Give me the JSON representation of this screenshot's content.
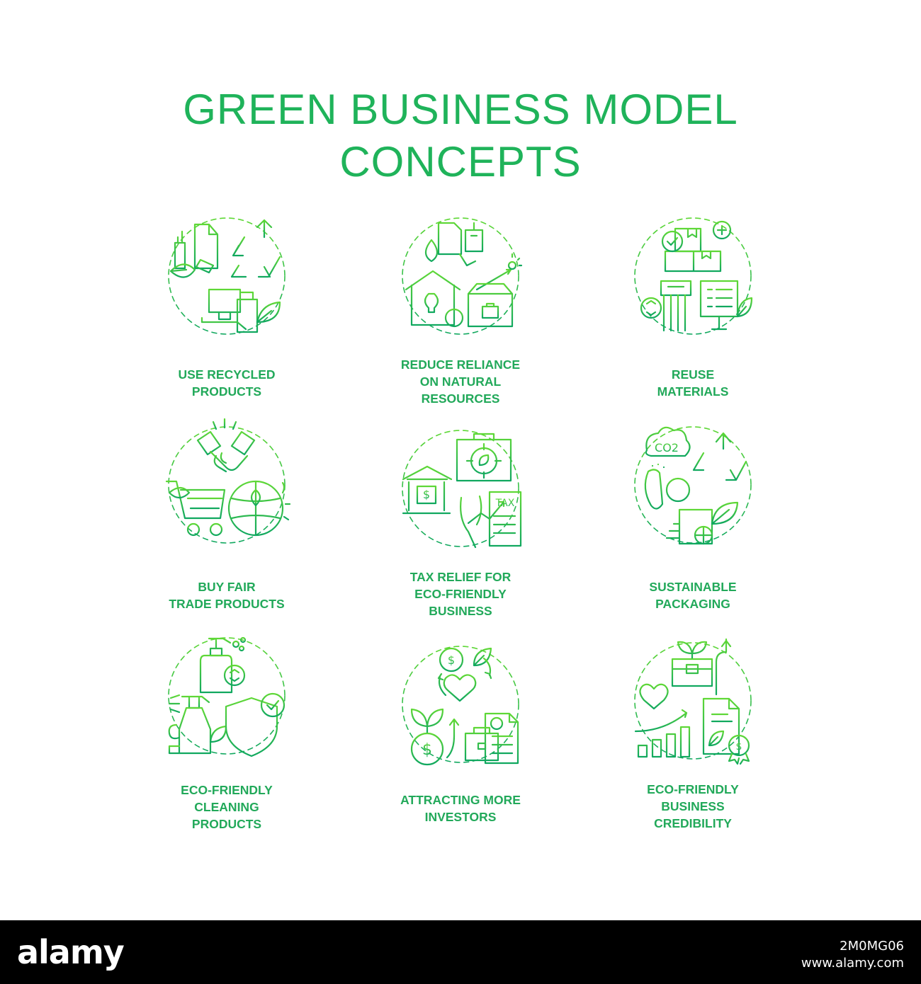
{
  "title": {
    "line1": "GREEN BUSINESS MODEL",
    "line2": "CONCEPTS"
  },
  "accent_color": "#1fb35a",
  "gradient": [
    "#5fd836",
    "#10a85f"
  ],
  "concepts": [
    {
      "icon": "recycled-products-icon",
      "lines": [
        "USE RECYCLED",
        "PRODUCTS"
      ]
    },
    {
      "icon": "natural-resources-icon",
      "lines": [
        "REDUCE RELIANCE",
        "ON NATURAL",
        "RESOURCES"
      ]
    },
    {
      "icon": "reuse-materials-icon",
      "lines": [
        "REUSE",
        "MATERIALS"
      ]
    },
    {
      "icon": "fair-trade-icon",
      "lines": [
        "BUY FAIR",
        "TRADE PRODUCTS"
      ]
    },
    {
      "icon": "tax-relief-icon",
      "lines": [
        "TAX RELIEF FOR",
        "ECO-FRIENDLY",
        "BUSINESS"
      ],
      "badge": "TAX"
    },
    {
      "icon": "sustainable-packaging-icon",
      "lines": [
        "SUSTAINABLE",
        "PACKAGING"
      ],
      "badge": "CO2"
    },
    {
      "icon": "cleaning-products-icon",
      "lines": [
        "ECO-FRIENDLY",
        "CLEANING",
        "PRODUCTS"
      ]
    },
    {
      "icon": "investors-icon",
      "lines": [
        "ATTRACTING MORE",
        "INVESTORS"
      ]
    },
    {
      "icon": "business-credibility-icon",
      "lines": [
        "ECO-FRIENDLY",
        "BUSINESS",
        "CREDIBILITY"
      ]
    }
  ],
  "footer": {
    "logo": "alamy",
    "image_id": "2M0MG06",
    "url": "www.alamy.com"
  }
}
